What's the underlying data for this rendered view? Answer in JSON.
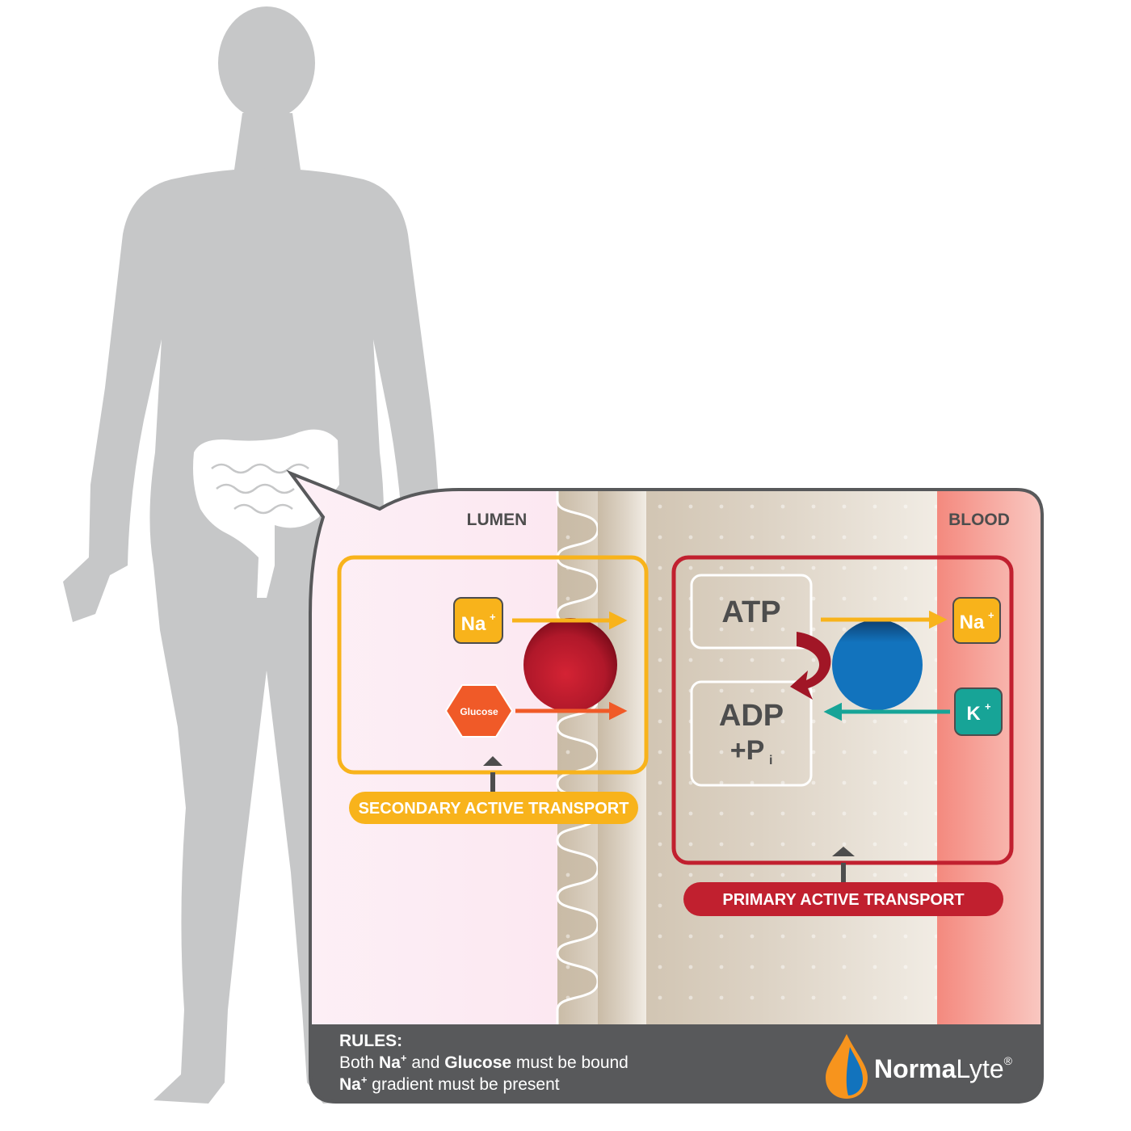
{
  "regions": {
    "lumen": "LUMEN",
    "blood": "BLOOD"
  },
  "secondary": {
    "na_label": "Na",
    "na_sup": "+",
    "glucose_label": "Glucose",
    "banner": "SECONDARY ACTIVE TRANSPORT"
  },
  "primary": {
    "atp": "ATP",
    "adp": "ADP",
    "pi": "+P",
    "pi_sub": "i",
    "na_label": "Na",
    "na_sup": "+",
    "k_label": "K",
    "k_sup": "+",
    "banner": "PRIMARY ACTIVE TRANSPORT"
  },
  "rules": {
    "title": "RULES:",
    "line1_pre": "Both ",
    "line1_na": "Na",
    "line1_sup": "+",
    "line1_mid": " and ",
    "line1_glucose": "Glucose",
    "line1_post": " must be bound",
    "line2_na": "Na",
    "line2_sup": "+",
    "line2_post": " gradient must be present"
  },
  "brand": {
    "bold": "Norma",
    "light": "Lyte",
    "mark": "®"
  },
  "colors": {
    "silhouette": "#c6c7c8",
    "lumen": "#fbe3ef",
    "cell": "#d9cfbf",
    "blood": "#f6a49b",
    "secondary": "#f8b31b",
    "primary": "#c1202f",
    "glucose": "#f05a28",
    "sodium_pump": "#1273bd",
    "potassium": "#17a497",
    "footer": "#58595b"
  },
  "icons": {
    "logo": "water-drop-icon"
  }
}
